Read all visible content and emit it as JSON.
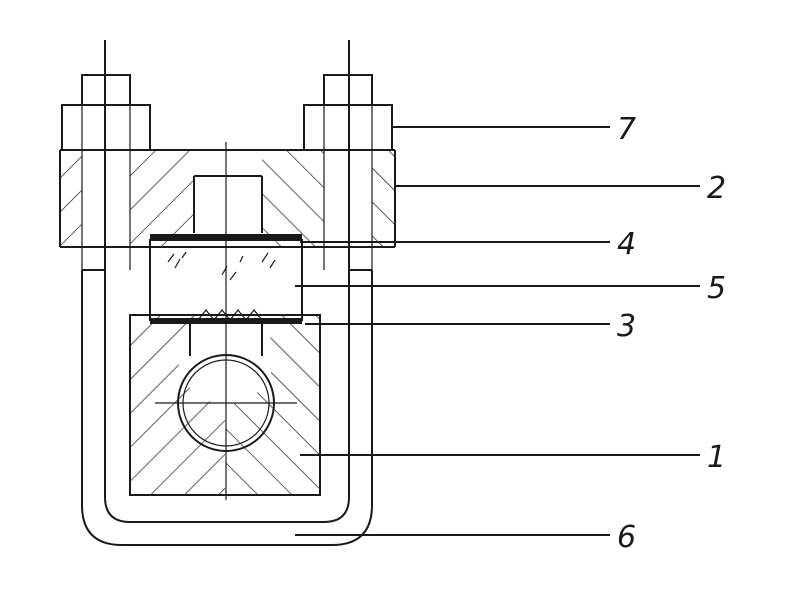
{
  "callouts": [
    {
      "id": "7",
      "label": "7"
    },
    {
      "id": "2",
      "label": "2"
    },
    {
      "id": "4",
      "label": "4"
    },
    {
      "id": "5",
      "label": "5"
    },
    {
      "id": "3",
      "label": "3"
    },
    {
      "id": "1",
      "label": "1"
    },
    {
      "id": "6",
      "label": "6"
    }
  ],
  "colors": {
    "line": "#1a1a1a",
    "background": "#ffffff"
  }
}
